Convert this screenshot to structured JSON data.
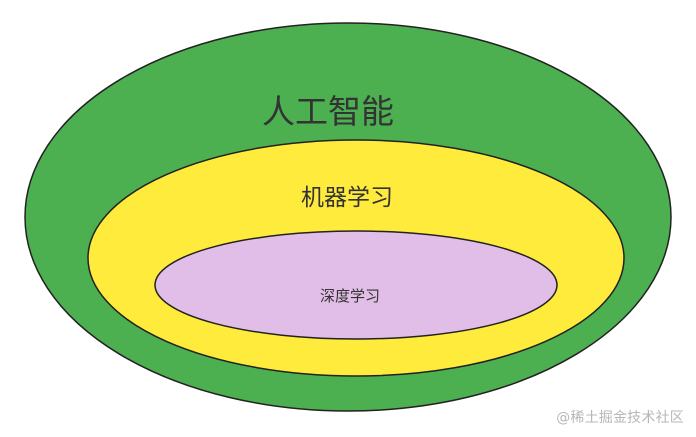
{
  "diagram": {
    "outer_label": "人工智能",
    "middle_label": "机器学习",
    "inner_label": "深度学习",
    "colors": {
      "outer_fill": "#4caf50",
      "middle_fill": "#ffeb3b",
      "inner_fill": "#e1bee7",
      "stroke": "#222222",
      "text": "#333333"
    }
  },
  "watermark": "@稀土掘金技术社区"
}
